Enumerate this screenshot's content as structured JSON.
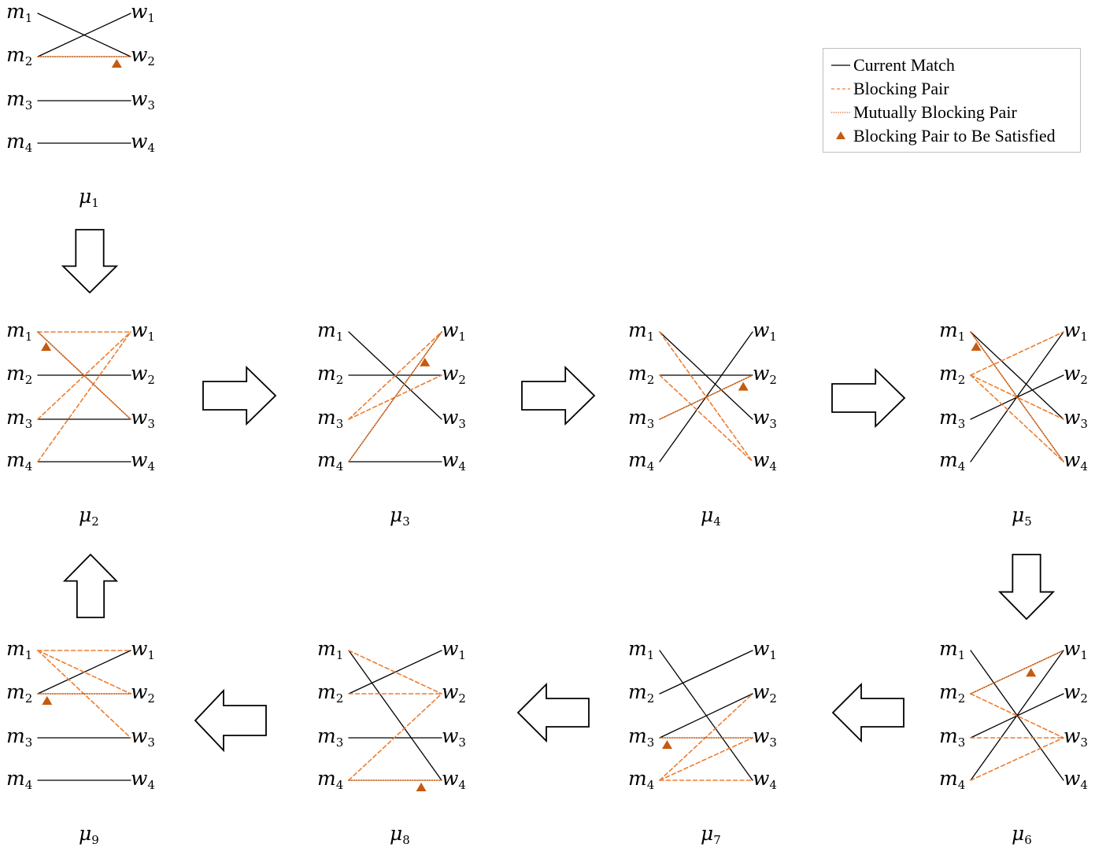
{
  "colors": {
    "match": "#000000",
    "blocking": "#ED7D31",
    "mutual": "#C55A11",
    "triangle": "#C55A11",
    "arrow_stroke": "#000000"
  },
  "legend": {
    "items": [
      {
        "kind": "match",
        "label": "Current Match"
      },
      {
        "kind": "blocking",
        "label": "Blocking Pair"
      },
      {
        "kind": "mutual",
        "label": "Mutually Blocking Pair"
      },
      {
        "kind": "triangle",
        "label": "Blocking Pair to Be Satisfied"
      }
    ]
  },
  "node_letters": {
    "man": "m",
    "woman": "w"
  },
  "panels": [
    {
      "id": "mu1",
      "caption_symbol": "μ",
      "caption_index": "1",
      "matches": [
        [
          1,
          2
        ],
        [
          2,
          1
        ],
        [
          3,
          3
        ],
        [
          4,
          4
        ]
      ],
      "blocking": [],
      "mutual": [
        [
          2,
          2
        ]
      ],
      "triangle": {
        "man": 2,
        "woman": 2,
        "at": 0.85
      }
    },
    {
      "id": "mu2",
      "caption_symbol": "μ",
      "caption_index": "2",
      "matches": [
        [
          2,
          2
        ],
        [
          3,
          3
        ],
        [
          4,
          4
        ]
      ],
      "blocking": [
        [
          1,
          1
        ],
        [
          3,
          1
        ],
        [
          4,
          1
        ]
      ],
      "mutual": [
        [
          1,
          3
        ]
      ],
      "triangle": {
        "man": 1,
        "woman": 3,
        "at": 0.09
      }
    },
    {
      "id": "mu3",
      "caption_symbol": "μ",
      "caption_index": "3",
      "matches": [
        [
          1,
          3
        ],
        [
          2,
          2
        ],
        [
          4,
          4
        ]
      ],
      "blocking": [
        [
          3,
          1
        ],
        [
          3,
          2
        ]
      ],
      "mutual": [
        [
          4,
          1
        ]
      ],
      "triangle": {
        "man": 4,
        "woman": 1,
        "at": 0.82
      }
    },
    {
      "id": "mu4",
      "caption_symbol": "μ",
      "caption_index": "4",
      "matches": [
        [
          1,
          3
        ],
        [
          2,
          2
        ],
        [
          4,
          1
        ]
      ],
      "blocking": [
        [
          1,
          4
        ],
        [
          2,
          4
        ]
      ],
      "mutual": [
        [
          3,
          2
        ]
      ],
      "triangle": {
        "man": 3,
        "woman": 2,
        "at": 0.9
      }
    },
    {
      "id": "mu5",
      "caption_symbol": "μ",
      "caption_index": "5",
      "matches": [
        [
          1,
          3
        ],
        [
          3,
          2
        ],
        [
          4,
          1
        ]
      ],
      "blocking": [
        [
          2,
          1
        ],
        [
          2,
          3
        ],
        [
          2,
          4
        ]
      ],
      "mutual": [
        [
          1,
          4
        ]
      ],
      "triangle": {
        "man": 1,
        "woman": 4,
        "at": 0.06
      }
    },
    {
      "id": "mu6",
      "caption_symbol": "μ",
      "caption_index": "6",
      "matches": [
        [
          1,
          4
        ],
        [
          3,
          2
        ],
        [
          4,
          1
        ]
      ],
      "blocking": [
        [
          2,
          3
        ],
        [
          3,
          3
        ],
        [
          4,
          3
        ]
      ],
      "mutual": [
        [
          2,
          1
        ]
      ],
      "triangle": {
        "man": 2,
        "woman": 1,
        "at": 0.65
      }
    },
    {
      "id": "mu7",
      "caption_symbol": "μ",
      "caption_index": "7",
      "matches": [
        [
          1,
          4
        ],
        [
          2,
          1
        ],
        [
          3,
          2
        ]
      ],
      "blocking": [
        [
          4,
          2
        ],
        [
          4,
          3
        ],
        [
          4,
          4
        ]
      ],
      "mutual": [
        [
          3,
          3
        ]
      ],
      "triangle": {
        "man": 3,
        "woman": 3,
        "at": 0.08
      }
    },
    {
      "id": "mu8",
      "caption_symbol": "μ",
      "caption_index": "8",
      "matches": [
        [
          1,
          4
        ],
        [
          2,
          1
        ],
        [
          3,
          3
        ]
      ],
      "blocking": [
        [
          1,
          2
        ],
        [
          2,
          2
        ],
        [
          4,
          2
        ]
      ],
      "mutual": [
        [
          4,
          4
        ]
      ],
      "triangle": {
        "man": 4,
        "woman": 4,
        "at": 0.78
      }
    },
    {
      "id": "mu9",
      "caption_symbol": "μ",
      "caption_index": "9",
      "matches": [
        [
          2,
          1
        ],
        [
          3,
          3
        ],
        [
          4,
          4
        ]
      ],
      "blocking": [
        [
          1,
          1
        ],
        [
          1,
          2
        ],
        [
          1,
          3
        ]
      ],
      "mutual": [
        [
          2,
          2
        ]
      ],
      "triangle": {
        "man": 2,
        "woman": 2,
        "at": 0.1
      }
    }
  ],
  "arrows": [
    {
      "id": "mu1-to-mu2",
      "direction": "down"
    },
    {
      "id": "mu2-to-mu3",
      "direction": "right"
    },
    {
      "id": "mu3-to-mu4",
      "direction": "right"
    },
    {
      "id": "mu4-to-mu5",
      "direction": "right"
    },
    {
      "id": "mu5-to-mu6",
      "direction": "down"
    },
    {
      "id": "mu6-to-mu7",
      "direction": "left"
    },
    {
      "id": "mu7-to-mu8",
      "direction": "left"
    },
    {
      "id": "mu8-to-mu9",
      "direction": "left"
    },
    {
      "id": "mu9-to-mu2",
      "direction": "up"
    }
  ]
}
